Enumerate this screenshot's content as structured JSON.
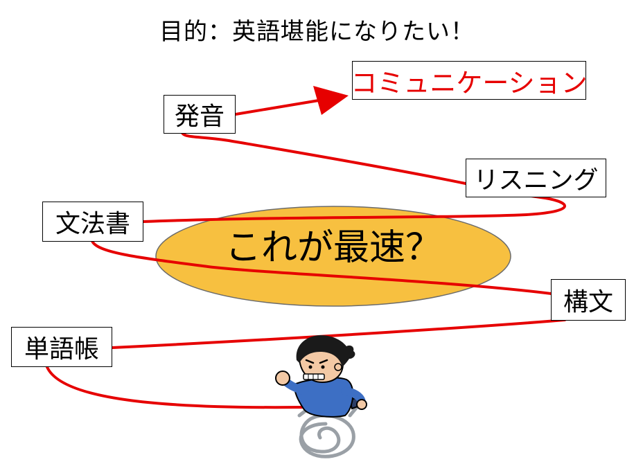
{
  "title": "目的：英語堪能になりたい！",
  "goal_label": "コミュニケーション",
  "steps": {
    "vocab": "単語帳",
    "syntax": "構文",
    "grammar": "文法書",
    "listening": "リスニング",
    "pronunciation": "発音"
  },
  "center_label": "これが最速？",
  "colors": {
    "path": "#e60000",
    "ellipse_fill": "#f7c040",
    "ellipse_stroke": "#6b6b6b",
    "goal_text": "#e60000"
  },
  "icons": {
    "runner": "running-boy-icon",
    "dust": "dust-swirl-icon"
  }
}
